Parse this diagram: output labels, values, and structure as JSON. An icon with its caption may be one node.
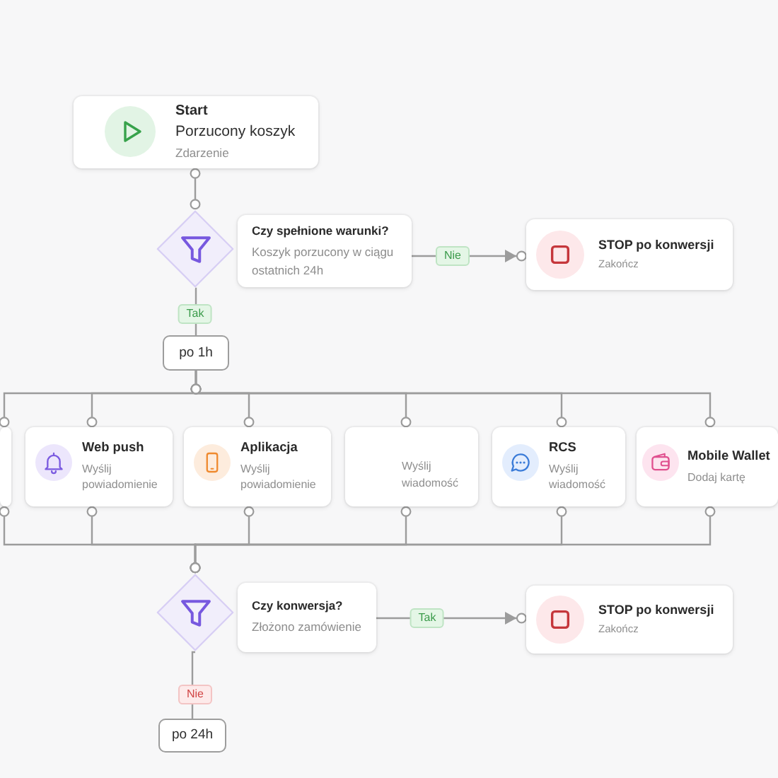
{
  "diagram": {
    "nodes": [
      {
        "text": [
          "Start",
          "Porzucony koszyk",
          "Zdarzenie"
        ]
      },
      {
        "text": [],
        "shape": "diamond"
      },
      {
        "text": [
          "Czy spełnione warunki?",
          "Koszyk porzucony w ciągu ostatnich 24h"
        ]
      },
      {
        "text": [
          "STOP po konwersji",
          "Zakończ"
        ]
      },
      {
        "text": [
          "po 1h"
        ]
      },
      {
        "text": [],
        "shape": "box"
      },
      {
        "text": [
          "Web push",
          "Wyślij powiadomienie"
        ]
      },
      {
        "text": [
          "Aplikacja",
          "Wyślij powiadomienie"
        ]
      },
      {
        "text": [
          "Wyślij wiadomość"
        ]
      },
      {
        "text": [
          "RCS",
          "Wyślij wiadomość"
        ]
      },
      {
        "text": [
          "Mobile Wallet",
          "Dodaj kartę"
        ]
      },
      {
        "text": [],
        "shape": "diamond"
      },
      {
        "text": [
          "Czy konwersja?",
          "Złożono zamówienie"
        ]
      },
      {
        "text": [
          "STOP po konwersji",
          "Zakończ"
        ]
      },
      {
        "text": [
          "po 24h"
        ]
      }
    ],
    "edges": [
      {
        "from": 0,
        "to": 1,
        "arrow": "other"
      },
      {
        "from": 2,
        "to": 3,
        "arrow": "to",
        "label": "Nie"
      },
      {
        "from": 1,
        "to": 4,
        "arrow": "none",
        "label": "Tak"
      },
      {
        "from": 4,
        "to": 5,
        "arrow": "other"
      },
      {
        "from": 4,
        "to": 6,
        "arrow": "other"
      },
      {
        "from": 4,
        "to": 7,
        "arrow": "other"
      },
      {
        "from": 4,
        "to": 8,
        "arrow": "other"
      },
      {
        "from": 4,
        "to": 9,
        "arrow": "other"
      },
      {
        "from": 4,
        "to": 10,
        "arrow": "other"
      },
      {
        "from": 5,
        "to": 11,
        "arrow": "other"
      },
      {
        "from": 6,
        "to": 11,
        "arrow": "other"
      },
      {
        "from": 7,
        "to": 11,
        "arrow": "other"
      },
      {
        "from": 8,
        "to": 11,
        "arrow": "other"
      },
      {
        "from": 9,
        "to": 11,
        "arrow": "other"
      },
      {
        "from": 10,
        "to": 11,
        "arrow": "other"
      },
      {
        "from": 12,
        "to": 13,
        "arrow": "to",
        "label": "Tak"
      },
      {
        "from": 11,
        "to": 14,
        "arrow": "none",
        "label": "Nie"
      }
    ]
  }
}
